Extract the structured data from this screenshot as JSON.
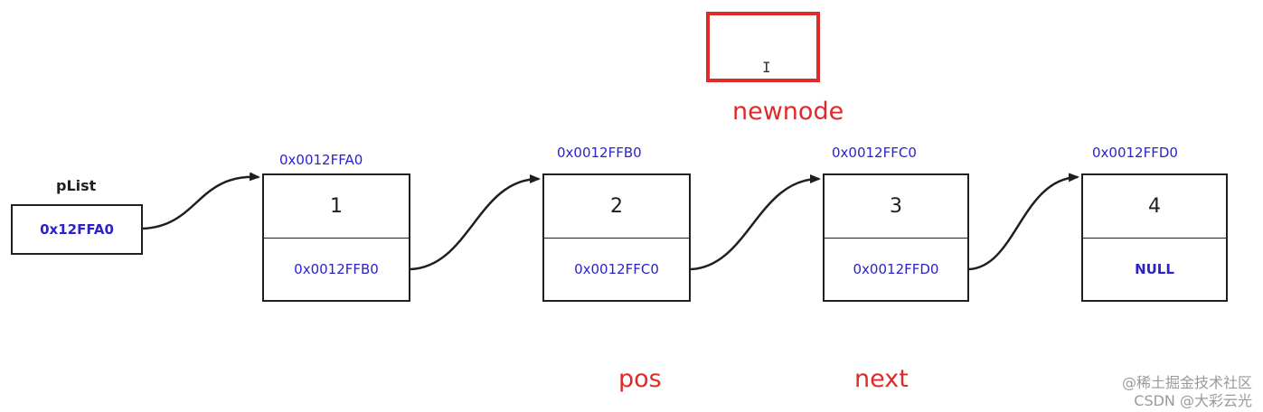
{
  "head": {
    "label": "pList",
    "value": "0x12FFA0"
  },
  "nodes": [
    {
      "address": "0x0012FFA0",
      "data": "1",
      "next": "0x0012FFB0"
    },
    {
      "address": "0x0012FFB0",
      "data": "2",
      "next": "0x0012FFC0"
    },
    {
      "address": "0x0012FFC0",
      "data": "3",
      "next": "0x0012FFD0"
    },
    {
      "address": "0x0012FFD0",
      "data": "4",
      "next": "NULL"
    }
  ],
  "newnode": {
    "label": "newnode",
    "color": "#e02a2a"
  },
  "markers": {
    "pos": "pos",
    "next": "next"
  },
  "colors": {
    "pointer_text": "#2b22cc",
    "label_red": "#e02a2a",
    "border": "#1f1f1f"
  },
  "watermark": {
    "line1": "@稀土掘金技术社区",
    "line2": "CSDN @大彩云光"
  }
}
